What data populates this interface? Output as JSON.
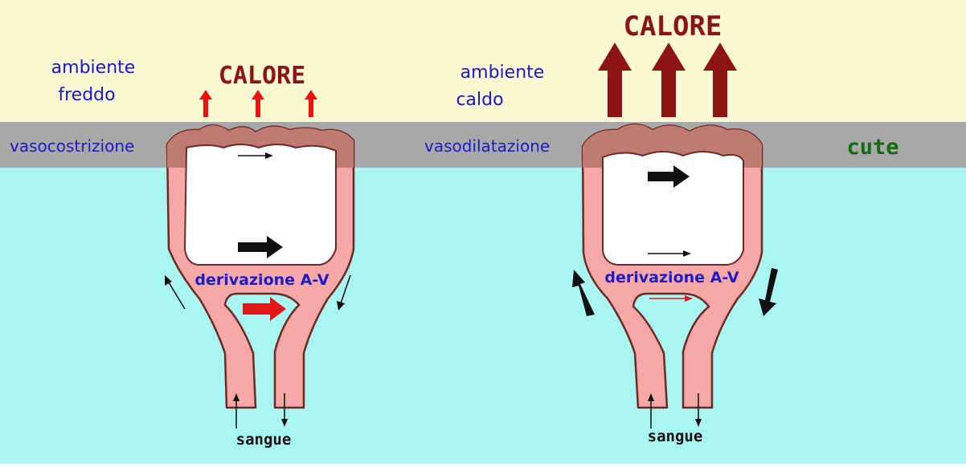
{
  "colors": {
    "air": "#fcf8d2",
    "skin_band": "#a8a8a8",
    "tissue": "#a9f5f2",
    "vessel": "#f5a8a6",
    "vessel_outline": "#6b2a22",
    "heat": "#8c1414",
    "cold_arrow": "#ee1111"
  },
  "left": {
    "environment": [
      "ambiente",
      "freddo"
    ],
    "heat_label": "CALORE",
    "vessel_label": "vasocostrizione",
    "shunt_label": "derivazione A-V",
    "blood_label": "sangue"
  },
  "right": {
    "environment": [
      "ambiente",
      "caldo"
    ],
    "heat_label": "CALORE",
    "vessel_label": "vasodilatazione",
    "shunt_label": "derivazione A-V",
    "blood_label": "sangue"
  },
  "skin_label": "cute"
}
